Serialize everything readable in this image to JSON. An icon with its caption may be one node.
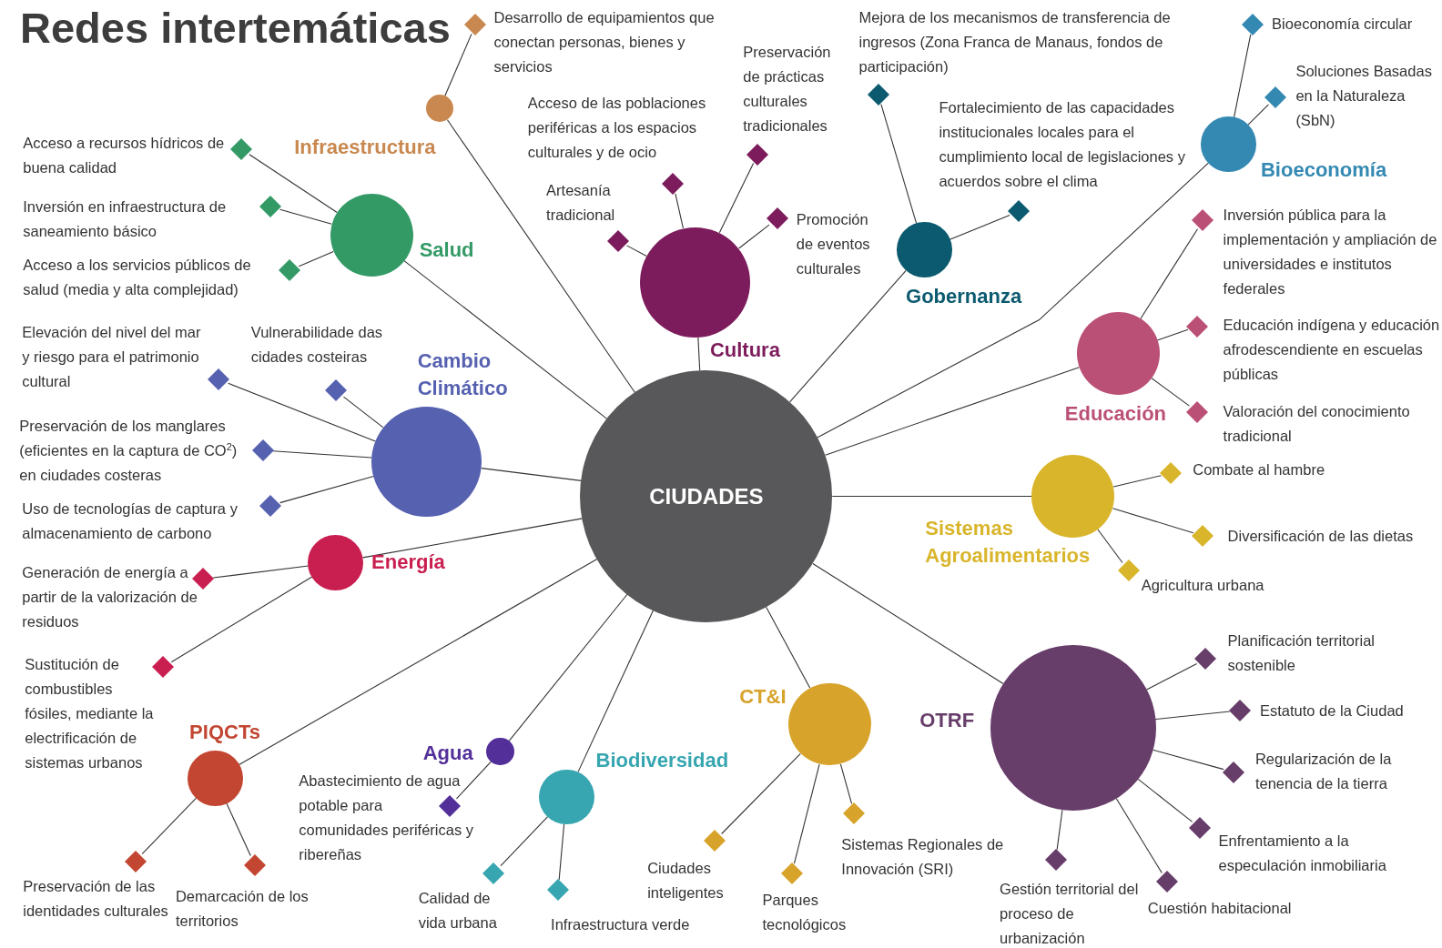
{
  "diagram": {
    "title": "Redes intertemáticas",
    "nodes": [
      {
        "text": [
          "CIUDADES"
        ]
      },
      {
        "text": [
          "Infraestructura"
        ]
      },
      {
        "text": [
          "Salud"
        ]
      },
      {
        "text": [
          "Cultura"
        ]
      },
      {
        "text": [
          "Gobernanza"
        ]
      },
      {
        "text": [
          "Bioeconomía"
        ]
      },
      {
        "text": [
          "Cambio Climático"
        ]
      },
      {
        "text": [
          "Educación"
        ]
      },
      {
        "text": [
          "Energía"
        ]
      },
      {
        "text": [
          "Sistemas Agroalimentarios"
        ]
      },
      {
        "text": [
          "PIQCTs"
        ]
      },
      {
        "text": [
          "Agua"
        ]
      },
      {
        "text": [
          "Biodiversidad"
        ]
      },
      {
        "text": [
          "CT&I"
        ]
      },
      {
        "text": [
          "OTRF"
        ]
      },
      {
        "text": [
          "Desarrollo de equipamientos que conectan personas, bienes y servicios"
        ]
      },
      {
        "text": [
          "Acceso a recursos hídricos de buena calidad"
        ]
      },
      {
        "text": [
          "Inversión en infraestructura de saneamiento básico"
        ]
      },
      {
        "text": [
          "Acceso a los servicios públicos de salud (media y alta complejidad)"
        ]
      },
      {
        "text": [
          "Artesanía tradicional"
        ]
      },
      {
        "text": [
          "Acceso de las poblaciones periféricas a los espacios culturales y de ocio"
        ]
      },
      {
        "text": [
          "Preservación de prácticas culturales tradicionales"
        ]
      },
      {
        "text": [
          "Promoción de eventos culturales"
        ]
      },
      {
        "text": [
          "Mejora de los mecanismos de transferencia de ingresos (Zona Franca de Manaus, fondos de participación)"
        ]
      },
      {
        "text": [
          "Fortalecimiento de las capacidades institucionales locales para el cumplimiento local de legislaciones y acuerdos sobre el clima"
        ]
      },
      {
        "text": [
          "Bioeconomía circular"
        ]
      },
      {
        "text": [
          "Soluciones Basadas en la Naturaleza (SbN)"
        ]
      },
      {
        "text": [
          "Elevación del nivel del mar y riesgo para el patrimonio cultural"
        ]
      },
      {
        "text": [
          "Vulnerabilidade das cidades costeiras"
        ]
      },
      {
        "text": [
          "Preservación de los manglares (eficientes en la captura de CO$^{2}$) en ciudades costeras"
        ]
      },
      {
        "text": [
          "Uso de tecnologías de captura y almacenamiento de carbono"
        ]
      },
      {
        "text": [
          "Inversión pública para la implementación y ampliación de universidades e institutos federales"
        ]
      },
      {
        "text": [
          "Educación indígena y educación afrodescendiente en escuelas públicas"
        ]
      },
      {
        "text": [
          "Valoración del conocimiento tradicional"
        ]
      },
      {
        "text": [
          "Generación de energía a partir de la valorización de residuos"
        ]
      },
      {
        "text": [
          "Sustitución de combustibles fósiles, mediante la electrificación de sistemas urbanos"
        ]
      },
      {
        "text": [
          "Combate al hambre"
        ]
      },
      {
        "text": [
          "Diversificación de las dietas"
        ]
      },
      {
        "text": [
          "Agricultura urbana"
        ]
      },
      {
        "text": [
          "Preservación de las identidades culturales"
        ]
      },
      {
        "text": [
          "Demarcación de los territorios"
        ]
      },
      {
        "text": [
          "Abastecimiento de agua potable para comunidades periféricas y ribereñas"
        ]
      },
      {
        "text": [
          "Calidad de vida urbana"
        ]
      },
      {
        "text": [
          "Infraestructura verde"
        ]
      },
      {
        "text": [
          "Ciudades inteligentes"
        ]
      },
      {
        "text": [
          "Parques tecnológicos"
        ]
      },
      {
        "text": [
          "Sistemas Regionales de Innovación (SRI)"
        ]
      },
      {
        "text": [
          "Planificación territorial sostenible"
        ]
      },
      {
        "text": [
          "Estatuto de la Ciudad"
        ]
      },
      {
        "text": [
          "Regularización de la tenencia de la tierra"
        ]
      },
      {
        "text": [
          "Enfrentamiento a la especulación inmobiliaria"
        ]
      },
      {
        "text": [
          "Cuestión habitacional"
        ]
      },
      {
        "text": [
          "Gestión territorial del proceso de urbanización"
        ]
      }
    ],
    "edges": [
      {
        "from": 0,
        "to": 1,
        "arrow": "none"
      },
      {
        "from": 0,
        "to": 2,
        "arrow": "none"
      },
      {
        "from": 0,
        "to": 3,
        "arrow": "none"
      },
      {
        "from": 0,
        "to": 4,
        "arrow": "none"
      },
      {
        "from": 0,
        "to": 5,
        "arrow": "none"
      },
      {
        "from": 0,
        "to": 6,
        "arrow": "none"
      },
      {
        "from": 0,
        "to": 7,
        "arrow": "none"
      },
      {
        "from": 0,
        "to": 8,
        "arrow": "none"
      },
      {
        "from": 0,
        "to": 9,
        "arrow": "none"
      },
      {
        "from": 0,
        "to": 10,
        "arrow": "none"
      },
      {
        "from": 0,
        "to": 11,
        "arrow": "none"
      },
      {
        "from": 0,
        "to": 12,
        "arrow": "none"
      },
      {
        "from": 0,
        "to": 13,
        "arrow": "none"
      },
      {
        "from": 0,
        "to": 14,
        "arrow": "none"
      },
      {
        "from": 1,
        "to": 15,
        "arrow": "none"
      },
      {
        "from": 2,
        "to": 16,
        "arrow": "none"
      },
      {
        "from": 2,
        "to": 17,
        "arrow": "none"
      },
      {
        "from": 2,
        "to": 18,
        "arrow": "none"
      },
      {
        "from": 3,
        "to": 19,
        "arrow": "none"
      },
      {
        "from": 3,
        "to": 20,
        "arrow": "none"
      },
      {
        "from": 3,
        "to": 21,
        "arrow": "none"
      },
      {
        "from": 3,
        "to": 22,
        "arrow": "none"
      },
      {
        "from": 4,
        "to": 23,
        "arrow": "none"
      },
      {
        "from": 4,
        "to": 24,
        "arrow": "none"
      },
      {
        "from": 5,
        "to": 25,
        "arrow": "none"
      },
      {
        "from": 5,
        "to": 26,
        "arrow": "none"
      },
      {
        "from": 6,
        "to": 27,
        "arrow": "none"
      },
      {
        "from": 6,
        "to": 28,
        "arrow": "none"
      },
      {
        "from": 6,
        "to": 29,
        "arrow": "none"
      },
      {
        "from": 6,
        "to": 30,
        "arrow": "none"
      },
      {
        "from": 7,
        "to": 31,
        "arrow": "none"
      },
      {
        "from": 7,
        "to": 32,
        "arrow": "none"
      },
      {
        "from": 7,
        "to": 33,
        "arrow": "none"
      },
      {
        "from": 8,
        "to": 34,
        "arrow": "none"
      },
      {
        "from": 8,
        "to": 35,
        "arrow": "none"
      },
      {
        "from": 9,
        "to": 36,
        "arrow": "none"
      },
      {
        "from": 9,
        "to": 37,
        "arrow": "none"
      },
      {
        "from": 9,
        "to": 38,
        "arrow": "none"
      },
      {
        "from": 10,
        "to": 39,
        "arrow": "none"
      },
      {
        "from": 10,
        "to": 40,
        "arrow": "none"
      },
      {
        "from": 11,
        "to": 41,
        "arrow": "none"
      },
      {
        "from": 12,
        "to": 42,
        "arrow": "none"
      },
      {
        "from": 12,
        "to": 43,
        "arrow": "none"
      },
      {
        "from": 13,
        "to": 44,
        "arrow": "none"
      },
      {
        "from": 13,
        "to": 45,
        "arrow": "none"
      },
      {
        "from": 13,
        "to": 46,
        "arrow": "none"
      },
      {
        "from": 14,
        "to": 47,
        "arrow": "none"
      },
      {
        "from": 14,
        "to": 48,
        "arrow": "none"
      },
      {
        "from": 14,
        "to": 49,
        "arrow": "none"
      },
      {
        "from": 14,
        "to": 50,
        "arrow": "none"
      },
      {
        "from": 14,
        "to": 51,
        "arrow": "none"
      },
      {
        "from": 14,
        "to": 52,
        "arrow": "none"
      }
    ]
  }
}
